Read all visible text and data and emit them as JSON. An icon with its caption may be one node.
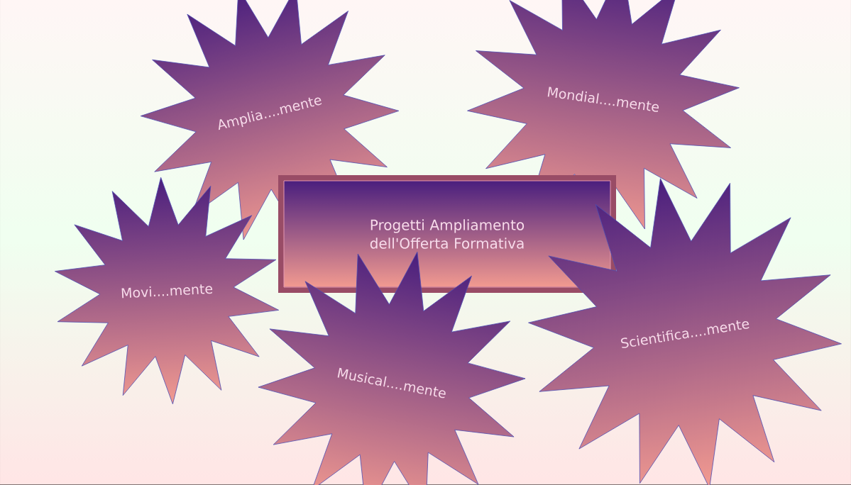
{
  "diagram": {
    "nodes": [
      {
        "text": [
          "Amplia....mente"
        ]
      },
      {
        "text": [
          "Mondial....mente"
        ]
      },
      {
        "text": [
          "Progetti Ampliamento dell'Offerta Formativa"
        ]
      },
      {
        "text": [
          "Movi....mente"
        ]
      },
      {
        "text": [
          "Scientifica....mente"
        ]
      },
      {
        "text": [
          "Musical....mente"
        ]
      }
    ]
  }
}
